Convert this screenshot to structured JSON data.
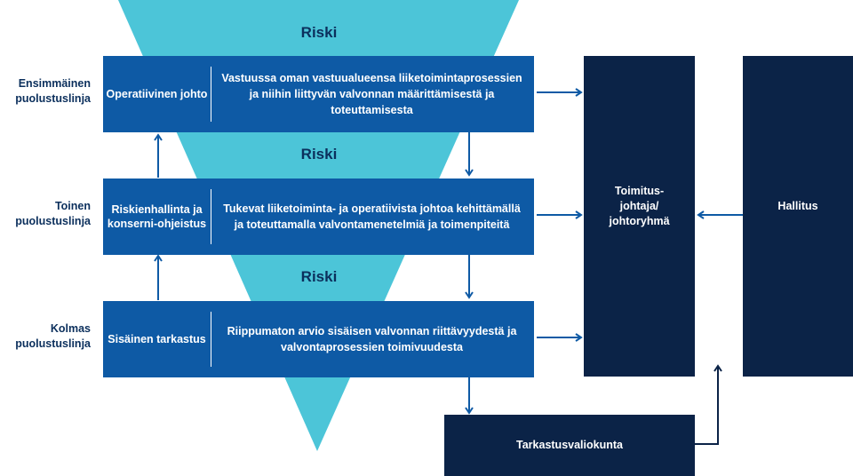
{
  "risk_label": "Riski",
  "rows": [
    {
      "line": "Ensimmäinen puolustuslinja",
      "role": "Operatiivinen johto",
      "description": "Vastuussa oman vastuualueensa liiketoimintaprosessien ja niihin liittyvän valvonnan määrittämisestä ja toteuttamisesta"
    },
    {
      "line": "Toinen puolustuslinja",
      "role": "Riskienhallinta ja konserni-ohjeistus",
      "description": "Tukevat liiketoiminta- ja operatiivista johtoa kehittämällä ja toteuttamalla valvontamenetelmiä ja toimenpiteitä"
    },
    {
      "line": "Kolmas puolustuslinja",
      "role": "Sisäinen tarkastus",
      "description": "Riippumaton arvio sisäisen valvonnan riittävyydestä ja valvontaprosessien toimivuudesta"
    }
  ],
  "management": "Toimitus-johtaja/ johtoryhmä",
  "board": "Hallitus",
  "audit_committee": "Tarkastusvaliokunta",
  "colors": {
    "funnel": "#4cc5d8",
    "row_box": "#0e5aa5",
    "dark_box": "#0b2347",
    "text_dark": "#0b2f5c",
    "arrow": "#0e5aa5"
  }
}
